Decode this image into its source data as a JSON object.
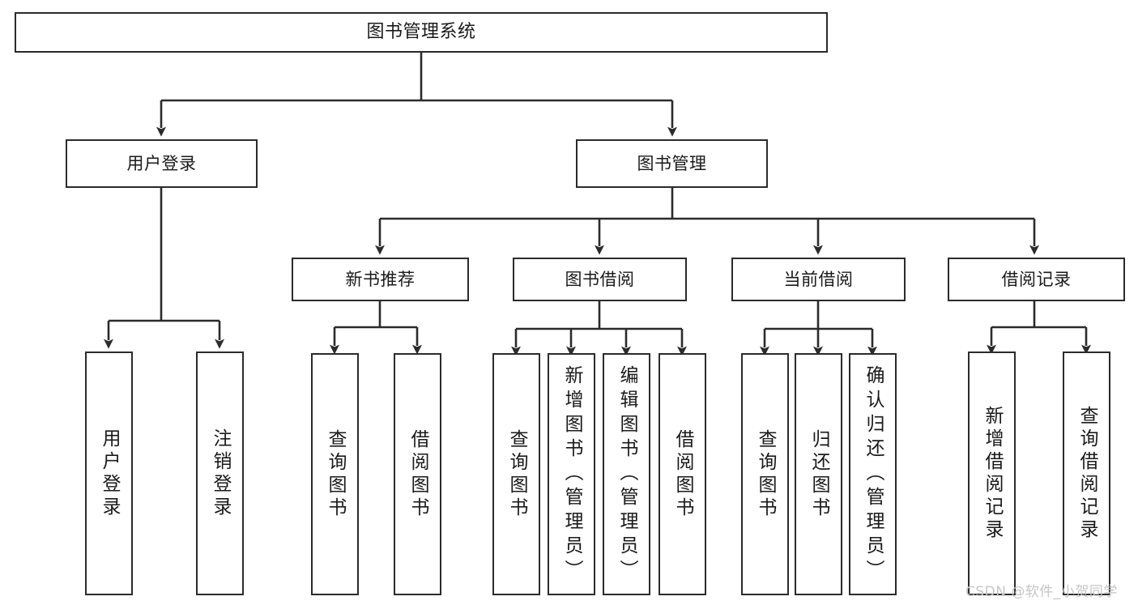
{
  "diagram": {
    "title": "图书管理系统",
    "type": "tree-hierarchy",
    "root": {
      "id": "root",
      "label": "图书管理系统"
    },
    "level2": [
      {
        "id": "user-login",
        "label": "用户登录"
      },
      {
        "id": "book-manage",
        "label": "图书管理"
      }
    ],
    "level3": [
      {
        "id": "new-book-rec",
        "label": "新书推荐",
        "parent": "book-manage"
      },
      {
        "id": "book-borrow",
        "label": "图书借阅",
        "parent": "book-manage"
      },
      {
        "id": "current-borrow",
        "label": "当前借阅",
        "parent": "book-manage"
      },
      {
        "id": "borrow-record",
        "label": "借阅记录",
        "parent": "book-manage"
      }
    ],
    "leaves": {
      "user_login": [
        {
          "id": "leaf-user-login",
          "label": "用户登录"
        },
        {
          "id": "leaf-logout",
          "label": "注销登录"
        }
      ],
      "new_book_rec": [
        {
          "id": "leaf-query-book-1",
          "label": "查询图书"
        },
        {
          "id": "leaf-borrow-book-1",
          "label": "借阅图书"
        }
      ],
      "book_borrow": [
        {
          "id": "leaf-query-book-2",
          "label": "查询图书"
        },
        {
          "id": "leaf-add-book",
          "label": "新增图书（管理员）"
        },
        {
          "id": "leaf-edit-book",
          "label": "编辑图书（管理员）"
        },
        {
          "id": "leaf-borrow-book-2",
          "label": "借阅图书"
        }
      ],
      "current_borrow": [
        {
          "id": "leaf-query-book-3",
          "label": "查询图书"
        },
        {
          "id": "leaf-return-book",
          "label": "归还图书"
        },
        {
          "id": "leaf-confirm-return",
          "label": "确认归还（管理员）"
        }
      ],
      "borrow_record": [
        {
          "id": "leaf-add-record",
          "label": "新增借阅记录"
        },
        {
          "id": "leaf-query-record",
          "label": "查询借阅记录"
        }
      ]
    }
  },
  "watermark": {
    "text": "CSDN @软件_小贺同学"
  },
  "colors": {
    "border": "#2b2b2b",
    "background": "#ffffff",
    "text": "#1a1a1a",
    "watermark": "#c6c6c6"
  }
}
